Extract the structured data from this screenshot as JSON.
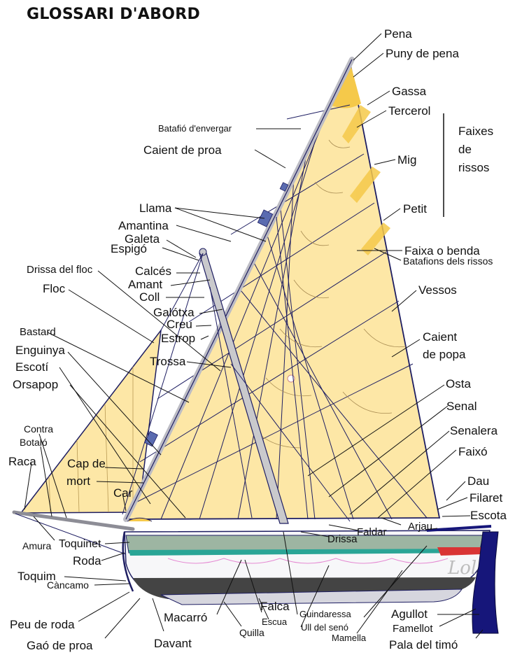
{
  "title": "GLOSSARI D'ABORD",
  "boat_name": "Lola",
  "colors": {
    "sail": "#fde7a6",
    "sail_dark": "#f5c94a",
    "spar": "#c9c9cc",
    "hull_top": "#9db5a2",
    "hull_white": "#f7f7f9",
    "hull_band": "#444444",
    "keel": "#16167a",
    "rope": "#1e1e62",
    "accent_red": "#d93434"
  },
  "labels": [
    {
      "id": "pena",
      "text": "Pena",
      "size": 17
    },
    {
      "id": "puny-de-pena",
      "text": "Puny de pena",
      "size": 17
    },
    {
      "id": "gassa",
      "text": "Gassa",
      "size": 17
    },
    {
      "id": "tercerol",
      "text": "Tercerol",
      "size": 17
    },
    {
      "id": "faixes-1",
      "text": "Faixes",
      "size": 17
    },
    {
      "id": "faixes-2",
      "text": "de",
      "size": 17
    },
    {
      "id": "faixes-3",
      "text": "rissos",
      "size": 17
    },
    {
      "id": "mig",
      "text": "Mig",
      "size": 17
    },
    {
      "id": "petit",
      "text": "Petit",
      "size": 17
    },
    {
      "id": "faixa-o-benda",
      "text": "Faixa o benda",
      "size": 17
    },
    {
      "id": "batafions-dels-rissos",
      "text": "Batafions dels rissos",
      "size": 14
    },
    {
      "id": "vessos",
      "text": "Vessos",
      "size": 17
    },
    {
      "id": "caient-de-popa-1",
      "text": "Caient",
      "size": 17
    },
    {
      "id": "caient-de-popa-2",
      "text": "de popa",
      "size": 17
    },
    {
      "id": "osta",
      "text": "Osta",
      "size": 17
    },
    {
      "id": "senal",
      "text": "Senal",
      "size": 17
    },
    {
      "id": "senalera",
      "text": "Senalera",
      "size": 17
    },
    {
      "id": "faixo",
      "text": "Faixó",
      "size": 17
    },
    {
      "id": "dau",
      "text": "Dau",
      "size": 17
    },
    {
      "id": "filaret",
      "text": "Filaret",
      "size": 17
    },
    {
      "id": "escota",
      "text": "Escota",
      "size": 17
    },
    {
      "id": "batafio-denvergar",
      "text": "Batafió d'envergar",
      "size": 13
    },
    {
      "id": "caient-de-proa",
      "text": "Caient de proa",
      "size": 17
    },
    {
      "id": "llama",
      "text": "Llama",
      "size": 17
    },
    {
      "id": "amantina",
      "text": "Amantina",
      "size": 17
    },
    {
      "id": "galeta",
      "text": "Galeta",
      "size": 17
    },
    {
      "id": "espigo",
      "text": "Espigó",
      "size": 17
    },
    {
      "id": "drissa-del-floc",
      "text": "Drissa del floc",
      "size": 15
    },
    {
      "id": "calces",
      "text": "Calcés",
      "size": 17
    },
    {
      "id": "amant",
      "text": "Amant",
      "size": 17
    },
    {
      "id": "coll",
      "text": "Coll",
      "size": 17
    },
    {
      "id": "floc",
      "text": "Floc",
      "size": 17
    },
    {
      "id": "galotxa",
      "text": "Galótxa",
      "size": 17
    },
    {
      "id": "creu",
      "text": "Creu",
      "size": 17
    },
    {
      "id": "bastard",
      "text": "Bastard",
      "size": 15
    },
    {
      "id": "estrop",
      "text": "Estrop",
      "size": 17
    },
    {
      "id": "enguinya",
      "text": "Enguinya",
      "size": 17
    },
    {
      "id": "escoti",
      "text": "Escotí",
      "size": 17
    },
    {
      "id": "trossa",
      "text": "Trossa",
      "size": 17
    },
    {
      "id": "orsapop",
      "text": "Orsapop",
      "size": 17
    },
    {
      "id": "contra",
      "text": "Contra",
      "size": 14
    },
    {
      "id": "botalo",
      "text": "Botaló",
      "size": 14
    },
    {
      "id": "raca",
      "text": "Raca",
      "size": 17
    },
    {
      "id": "cap-de-1",
      "text": "Cap de",
      "size": 17
    },
    {
      "id": "cap-de-2",
      "text": "mort",
      "size": 17
    },
    {
      "id": "car",
      "text": "Car",
      "size": 17
    },
    {
      "id": "amura",
      "text": "Amura",
      "size": 14
    },
    {
      "id": "toquinet",
      "text": "Toquinet",
      "size": 16
    },
    {
      "id": "roda",
      "text": "Roda",
      "size": 17
    },
    {
      "id": "toquim",
      "text": "Toquim",
      "size": 17
    },
    {
      "id": "cancamo",
      "text": "Càncamo",
      "size": 14
    },
    {
      "id": "peu-de-roda",
      "text": "Peu de roda",
      "size": 17
    },
    {
      "id": "gao-de-proa",
      "text": "Gaó de proa",
      "size": 17
    },
    {
      "id": "davant",
      "text": "Davant",
      "size": 17
    },
    {
      "id": "macarro",
      "text": "Macarró",
      "size": 17
    },
    {
      "id": "quilla",
      "text": "Quilla",
      "size": 14
    },
    {
      "id": "falca",
      "text": "Falca",
      "size": 17
    },
    {
      "id": "escua",
      "text": "Escua",
      "size": 13
    },
    {
      "id": "guindaressa",
      "text": "Guindaressa",
      "size": 13
    },
    {
      "id": "ull-del-seno",
      "text": "Ull del senó",
      "size": 13
    },
    {
      "id": "mamella",
      "text": "Mamella",
      "size": 13
    },
    {
      "id": "drissa",
      "text": "Drissa",
      "size": 15
    },
    {
      "id": "faldar",
      "text": "Faldar",
      "size": 15
    },
    {
      "id": "arjau",
      "text": "Arjau",
      "size": 15
    },
    {
      "id": "agullot",
      "text": "Agullot",
      "size": 17
    },
    {
      "id": "famellot",
      "text": "Famellot",
      "size": 15
    },
    {
      "id": "pala-del-timo",
      "text": "Pala del timó",
      "size": 17
    }
  ]
}
